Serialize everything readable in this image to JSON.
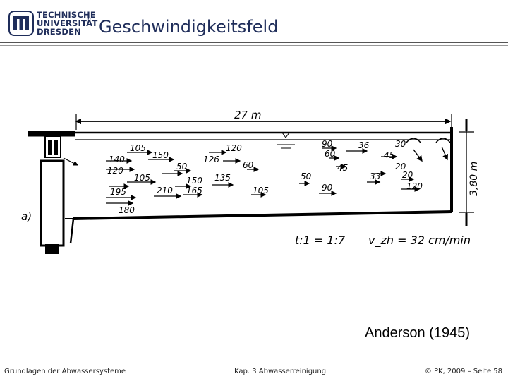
{
  "header": {
    "logo_lines": [
      "TECHNISCHE",
      "UNIVERSITÄT",
      "DRESDEN"
    ],
    "title": "Geschwindigkeitsfeld"
  },
  "figure": {
    "length_label": "27 m",
    "depth_label": "3,80 m",
    "panel_label": "a)",
    "slope_label": "t:1 = 1:7",
    "velocity_label": "v_zh = 32 cm/min",
    "velocity_values": [
      "105",
      "150",
      "120",
      "126",
      "140",
      "120",
      "50",
      "60",
      "105",
      "150",
      "135",
      "195",
      "210",
      "165",
      "105",
      "180",
      "90",
      "36",
      "60",
      "45",
      "30",
      "45",
      "20",
      "50",
      "33",
      "20",
      "90",
      "120"
    ]
  },
  "citation": "Anderson (1945)",
  "footer": {
    "left": "Grundlagen der Abwassersysteme",
    "center": "Kap. 3  Abwasserreinigung",
    "right": "© PK, 2009 – Seite 58"
  },
  "colors": {
    "brand": "#1f2d5a"
  }
}
